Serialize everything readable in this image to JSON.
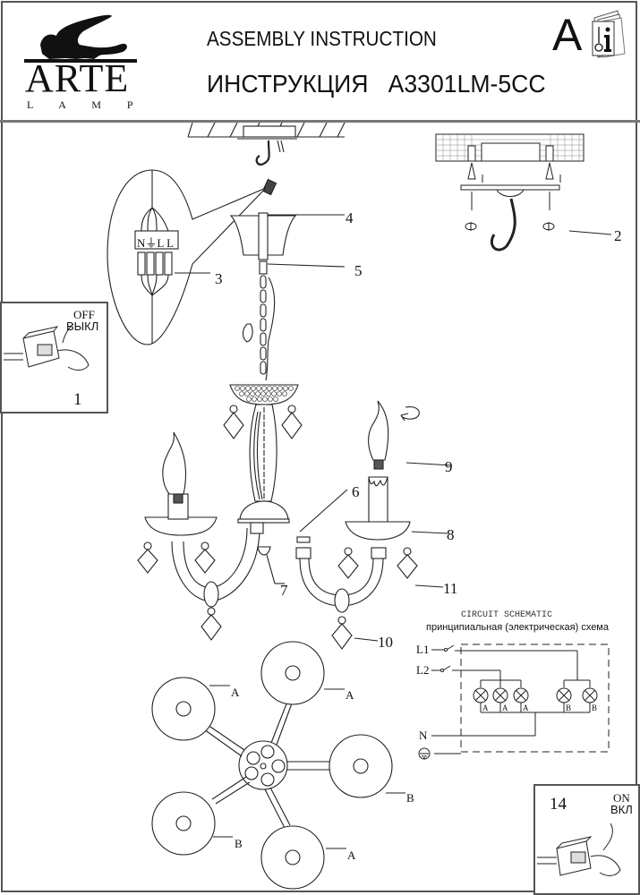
{
  "header": {
    "brand_name": "ARTE",
    "brand_sub": "L A M P",
    "title_en": "ASSEMBLY INSTRUCTION",
    "title_ru": "ИНСТРУКЦИЯ",
    "model": "A3301LM-5CC",
    "section_letter": "A",
    "manual_icon": "manual-book-icon"
  },
  "callouts": {
    "c2": "2",
    "c3": "3",
    "c4": "4",
    "c5": "5",
    "c6": "6",
    "c7": "7",
    "c8": "8",
    "c9": "9",
    "c10": "10",
    "c11": "11"
  },
  "terminal_block": {
    "labels": "N⏚L L"
  },
  "step_off": {
    "number": "1",
    "label_en": "OFF",
    "label_ru": "ВЫКЛ"
  },
  "step_on": {
    "number": "14",
    "label_en": "ON",
    "label_ru": "ВКЛ"
  },
  "circuit": {
    "title_en": "CIRCUIT SCHEMATIC",
    "title_ru": "принципиальная (электрическая) схема",
    "line1": "L1",
    "line2": "L2",
    "neutral": "N",
    "lamp_groups": [
      "A",
      "A",
      "A",
      "B",
      "B"
    ]
  },
  "top_view": {
    "labels": [
      "A",
      "A",
      "B",
      "B",
      "A"
    ]
  }
}
